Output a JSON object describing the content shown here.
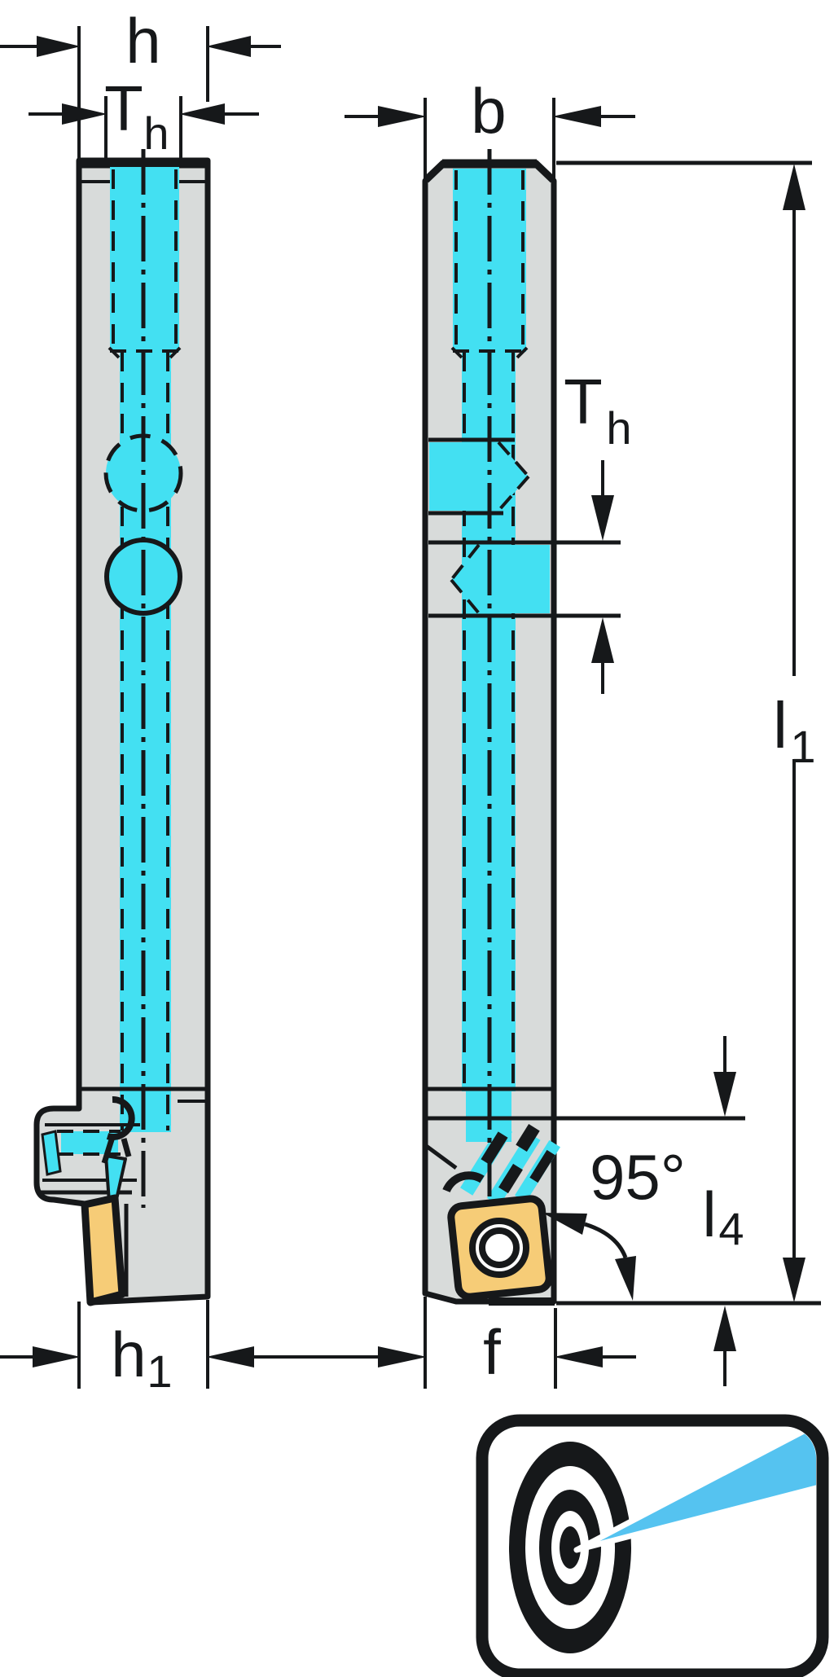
{
  "drawing": {
    "type": "engineering-two-view-tool-holder-drawing",
    "colors": {
      "line": "#16181a",
      "steel": "#d8dbda",
      "coolant": "#43e0f2",
      "insert": "#f6cc77",
      "beam": "#55c3f0"
    },
    "dimensions": {
      "h": {
        "label": "h"
      },
      "th_top": {
        "base": "T",
        "sub": "h"
      },
      "b": {
        "label": "b"
      },
      "th_side": {
        "base": "T",
        "sub": "h"
      },
      "l1": {
        "base": "l",
        "sub": "1"
      },
      "l4": {
        "base": "l",
        "sub": "4"
      },
      "angle": {
        "label": "95°"
      },
      "h1": {
        "base": "h",
        "sub": "1"
      },
      "f": {
        "label": "f"
      }
    }
  }
}
